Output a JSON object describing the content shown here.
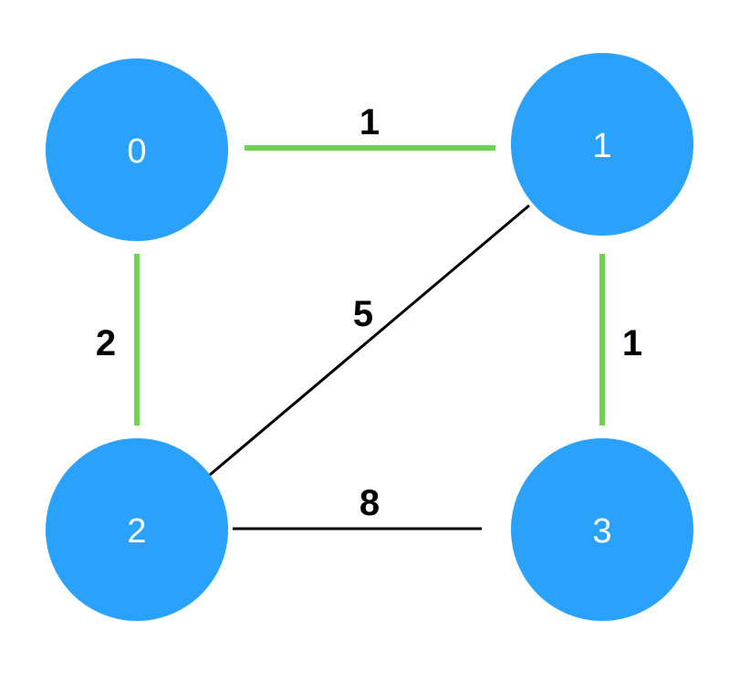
{
  "colors": {
    "node_fill": "#2aa1fb",
    "node_text": "#ffffff",
    "edge_highlight": "#6ed353",
    "edge_default": "#000000",
    "label_text": "#000000",
    "background": "#ffffff"
  },
  "nodes": [
    {
      "id": "0",
      "label": "0"
    },
    {
      "id": "1",
      "label": "1"
    },
    {
      "id": "2",
      "label": "2"
    },
    {
      "id": "3",
      "label": "3"
    }
  ],
  "edges": [
    {
      "from": "0",
      "to": "1",
      "weight": "1",
      "highlighted": true
    },
    {
      "from": "0",
      "to": "2",
      "weight": "2",
      "highlighted": true
    },
    {
      "from": "1",
      "to": "3",
      "weight": "1",
      "highlighted": true
    },
    {
      "from": "1",
      "to": "2",
      "weight": "5",
      "highlighted": false
    },
    {
      "from": "2",
      "to": "3",
      "weight": "8",
      "highlighted": false
    }
  ]
}
